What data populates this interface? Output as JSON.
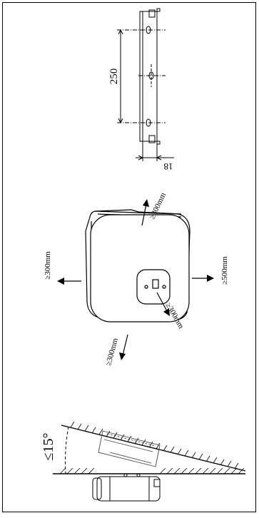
{
  "bracket": {
    "hole_spacing": "250",
    "bracket_depth": "18"
  },
  "clearances": {
    "top": "≥300mm",
    "left": "≥300mm",
    "right": "≥500mm",
    "bottom_left": "≥300mm",
    "front": "≥300mm"
  },
  "tilt": {
    "max_angle": "≤15°"
  }
}
